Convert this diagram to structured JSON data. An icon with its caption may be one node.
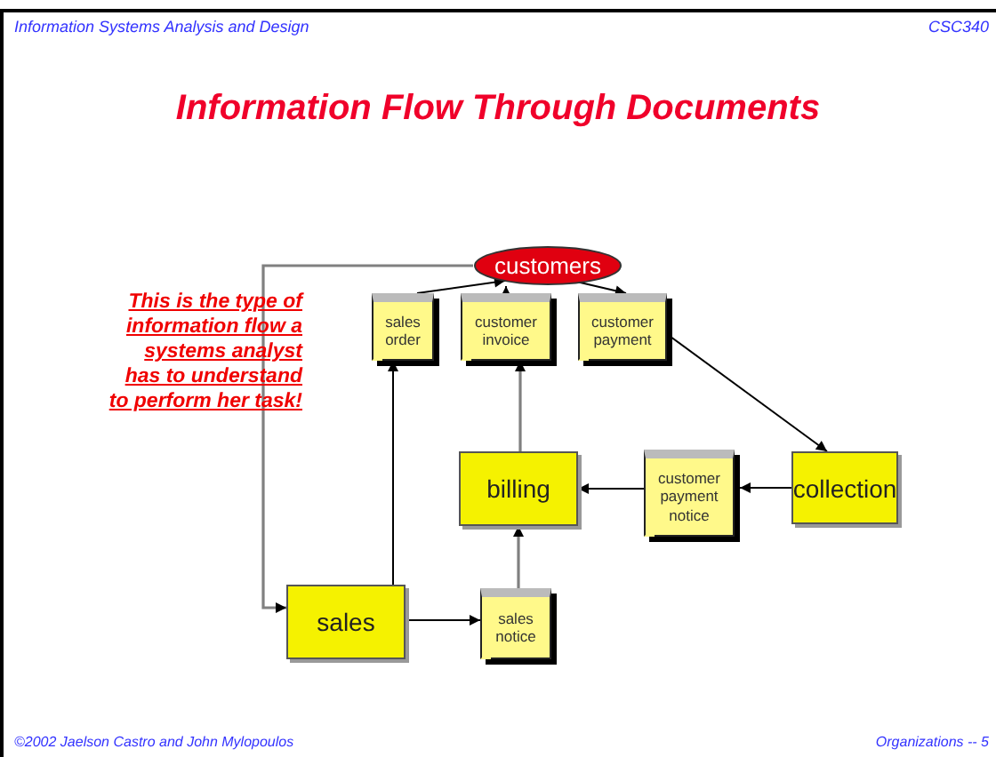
{
  "diagram": {
    "title": "Information Flow Through Documents",
    "nodes": [
      {
        "text": [
          "customers"
        ]
      },
      {
        "text": [
          "sales order"
        ]
      },
      {
        "text": [
          "customer invoice"
        ]
      },
      {
        "text": [
          "customer payment"
        ]
      },
      {
        "text": [
          "billing"
        ]
      },
      {
        "text": [
          "customer payment notice"
        ]
      },
      {
        "text": [
          "collection"
        ]
      },
      {
        "text": [
          "sales"
        ]
      },
      {
        "text": [
          "sales notice"
        ]
      }
    ],
    "edges": [
      {
        "from": 0,
        "to": 7,
        "arrow": "to",
        "color": "#808080"
      },
      {
        "from": 1,
        "to": 0,
        "arrow": "to"
      },
      {
        "from": 2,
        "to": 0,
        "arrow": "to"
      },
      {
        "from": 0,
        "to": 3,
        "arrow": "to"
      },
      {
        "from": 3,
        "to": 6,
        "arrow": "to"
      },
      {
        "from": 7,
        "to": 1,
        "arrow": "to"
      },
      {
        "from": 7,
        "to": 8,
        "arrow": "to"
      },
      {
        "from": 8,
        "to": 4,
        "arrow": "to",
        "color": "#808080"
      },
      {
        "from": 4,
        "to": 2,
        "arrow": "to",
        "color": "#808080"
      },
      {
        "from": 6,
        "to": 5,
        "arrow": "to"
      },
      {
        "from": 5,
        "to": 4,
        "arrow": "to"
      }
    ],
    "labels": [
      "Information Systems Analysis and Design",
      "CSC340",
      "This is the type of information flow a systems analyst has to understand to perform her task!",
      "©2002 Jaelson Castro and John Mylopoulos",
      "Organizations -- 5"
    ]
  }
}
